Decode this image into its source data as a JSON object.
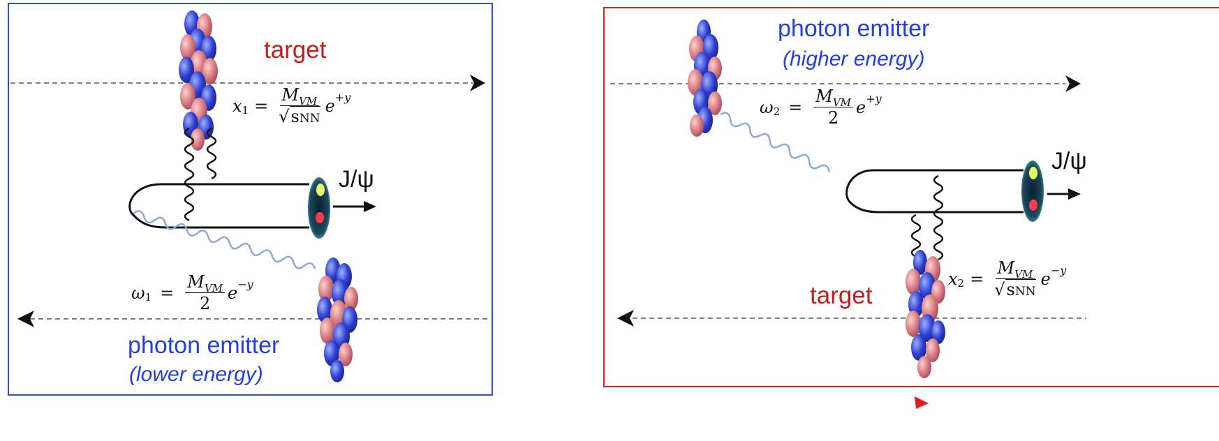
{
  "left_panel": {
    "target_label": "target",
    "emitter_label": "photon emitter",
    "emitter_sub": "(lower energy)",
    "meson_label": "J/ψ",
    "eq_x": {
      "lhs": "x",
      "lhs_sub": "1",
      "num": "M",
      "num_sub": "VM",
      "den": "√",
      "den_rad": "s",
      "den_sub": "NN",
      "exp": "+y"
    },
    "eq_w": {
      "lhs": "ω",
      "lhs_sub": "1",
      "num": "M",
      "num_sub": "VM",
      "den": "2",
      "exp": "−y"
    },
    "colors": {
      "frame": "#2b4fd1",
      "target": "#c0201f",
      "emitter": "#2340d8",
      "photon": "#8ea8d8"
    }
  },
  "right_panel": {
    "target_label": "target",
    "emitter_label": "photon emitter",
    "emitter_sub": "(higher energy)",
    "meson_label": "J/ψ",
    "eq_x": {
      "lhs": "x",
      "lhs_sub": "2",
      "num": "M",
      "num_sub": "VM",
      "den": "√",
      "den_rad": "s",
      "den_sub": "NN",
      "exp": "−y"
    },
    "eq_w": {
      "lhs": "ω",
      "lhs_sub": "2",
      "num": "M",
      "num_sub": "VM",
      "den": "2",
      "exp": "+y"
    },
    "colors": {
      "frame": "#e01f1f",
      "target": "#c0201f",
      "emitter": "#2340d8",
      "photon": "#8ea8d8"
    }
  },
  "equals": "=",
  "exp_base": "e"
}
